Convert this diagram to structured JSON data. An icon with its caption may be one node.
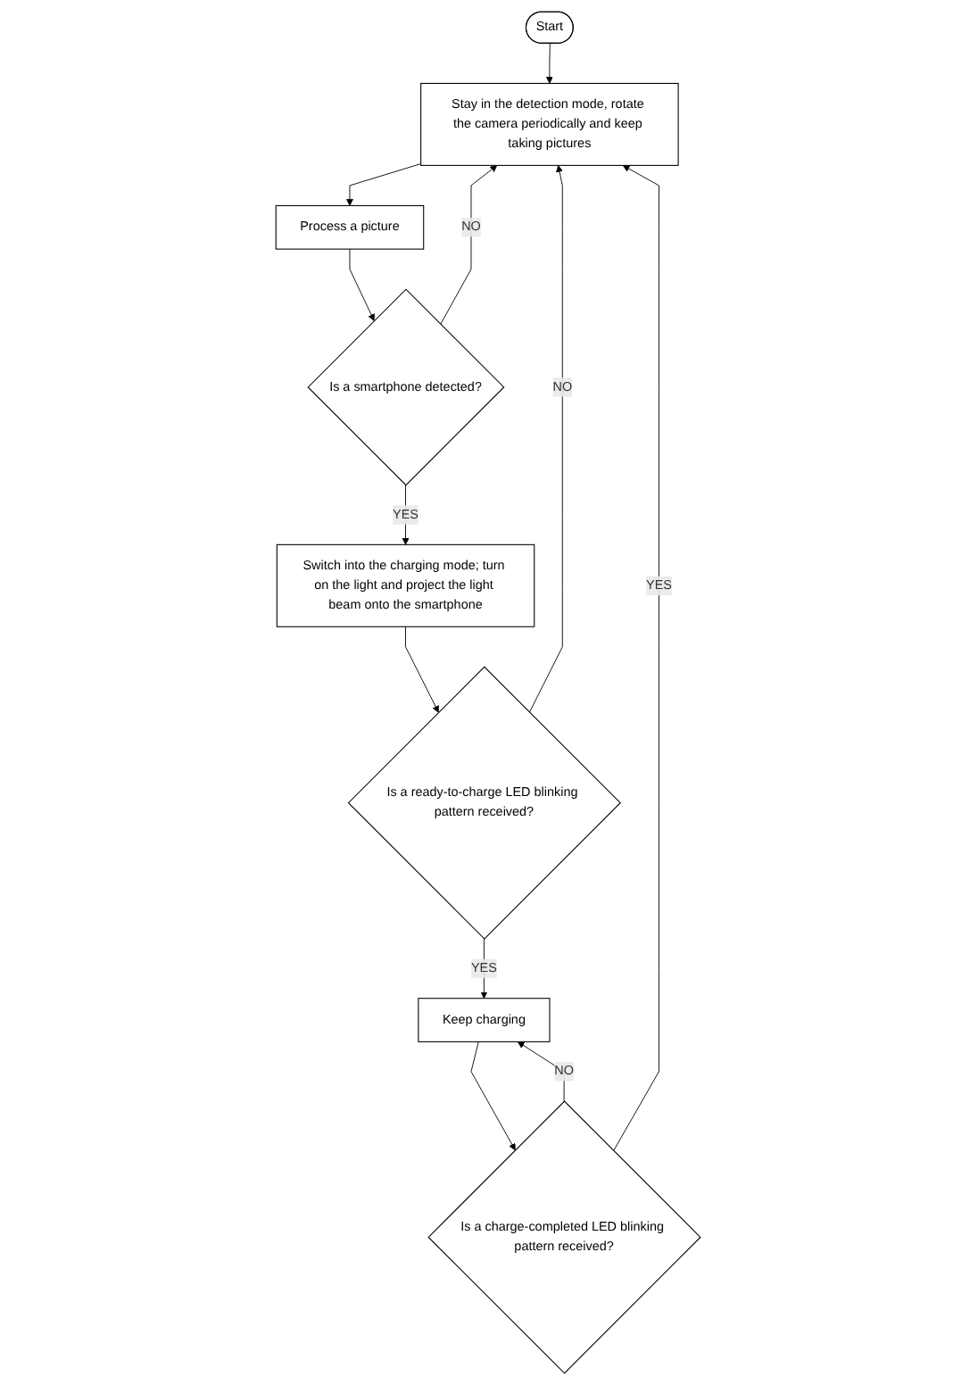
{
  "diagram": {
    "nodes": [
      {
        "text": [
          "Start"
        ]
      },
      {
        "text": [
          "Stay in the detection mode, rotate the camera periodically and keep taking pictures"
        ]
      },
      {
        "text": [
          "Process a picture"
        ]
      },
      {
        "text": [
          "Is a smartphone detected?"
        ]
      },
      {
        "text": [
          "Switch into the charging mode; turn on the light and project the light beam onto the smartphone"
        ]
      },
      {
        "text": [
          "Is a ready-to-charge LED blinking pattern received?"
        ]
      },
      {
        "text": [
          "Keep charging"
        ]
      },
      {
        "text": [
          "Is a charge-completed LED blinking pattern received?"
        ]
      }
    ],
    "edges": [
      {
        "from": 0,
        "to": 1,
        "arrow": "to"
      },
      {
        "from": 1,
        "to": 2,
        "arrow": "to"
      },
      {
        "from": 2,
        "to": 3,
        "arrow": "to"
      },
      {
        "from": 3,
        "to": 4,
        "arrow": "to",
        "label": "YES"
      },
      {
        "from": 3,
        "to": 1,
        "arrow": "to",
        "label": "NO"
      },
      {
        "from": 4,
        "to": 5,
        "arrow": "to"
      },
      {
        "from": 5,
        "to": 6,
        "arrow": "to",
        "label": "YES"
      },
      {
        "from": 5,
        "to": 1,
        "arrow": "to",
        "label": "NO"
      },
      {
        "from": 6,
        "to": 7,
        "arrow": "to"
      },
      {
        "from": 7,
        "to": 6,
        "arrow": "to",
        "label": "NO"
      },
      {
        "from": 7,
        "to": 1,
        "arrow": "to",
        "label": "YES"
      }
    ]
  }
}
